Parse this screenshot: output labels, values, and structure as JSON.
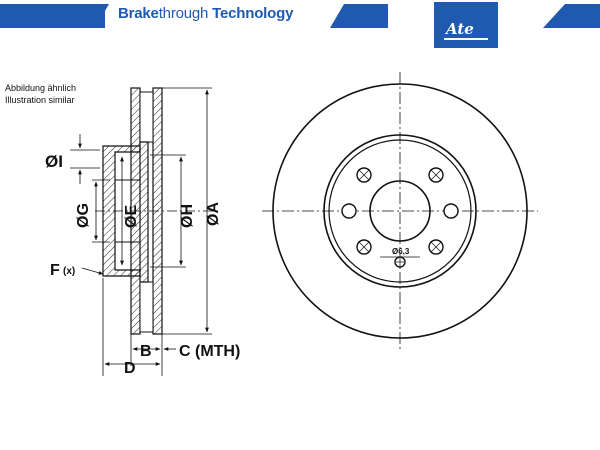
{
  "header": {
    "brand_bold": "Brake",
    "brand_thin": "through",
    "brand_rest": " Technology",
    "logo_text": "Ate"
  },
  "notes": {
    "line1": "Abbildung ähnlich",
    "line2": "Illustration similar"
  },
  "labels": {
    "dim_i": "ØI",
    "dim_g": "ØG",
    "dim_e": "ØE",
    "dim_h": "ØH",
    "dim_a": "ØA",
    "dim_f": "F",
    "dim_f_sub": "(x)",
    "dim_b": "B",
    "dim_c": "C (MTH)",
    "dim_d": "D",
    "hole_dia": "Ø6,3"
  },
  "colors": {
    "brand_blue": "#1f59b0",
    "line": "#111111"
  }
}
